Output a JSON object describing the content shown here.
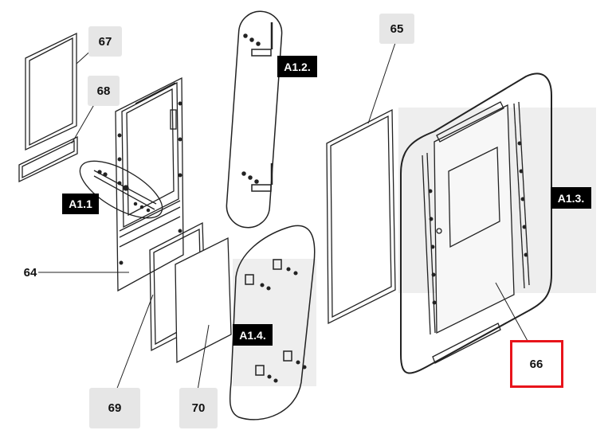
{
  "labels": {
    "p64": "64",
    "p65": "65",
    "p66": "66",
    "p67": "67",
    "p68": "68",
    "p69": "69",
    "p70": "70"
  },
  "callouts": {
    "a11": "A1.1",
    "a12": "A1.2.",
    "a13": "A1.3.",
    "a14": "A1.4."
  },
  "colors": {
    "highlight": "#e8141b",
    "label_box": "#e6e6e6",
    "callout_bg": "#000000"
  }
}
